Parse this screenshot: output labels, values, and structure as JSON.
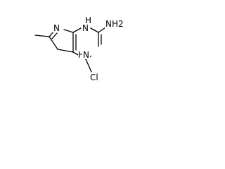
{
  "molecule": {
    "labels": {
      "n1": "N",
      "n1_h": "H",
      "n3": "N",
      "n3_h": "H",
      "n7": "N",
      "amine": "NH2",
      "chlorine": "Cl"
    },
    "colors": {
      "bond": "#000000",
      "text": "#000000",
      "background": "#ffffff"
    }
  }
}
